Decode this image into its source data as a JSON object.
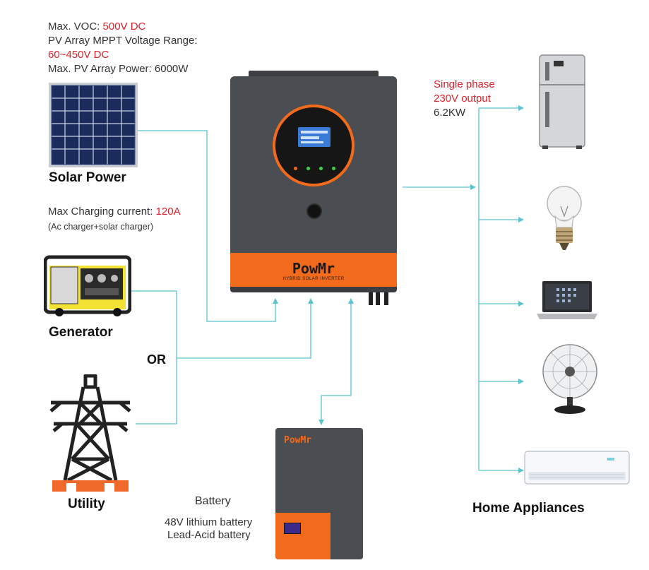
{
  "solar": {
    "voc_label": "Max. VOC: ",
    "voc_value": "500V DC",
    "mppt_label": "PV Array MPPT Voltage Range:",
    "mppt_value": "60~450V DC",
    "power_label": "Max. PV Array Power: 6000W",
    "title": "Solar Power"
  },
  "charging": {
    "label": "Max Charging current: ",
    "value": "120A",
    "note": "(Ac charger+solar charger)"
  },
  "generator": {
    "title": "Generator"
  },
  "or_label": "OR",
  "utility": {
    "title": "Utility"
  },
  "inverter": {
    "brand": "PowMr",
    "subtitle": "HYBRID SOLAR INVERTER"
  },
  "output": {
    "line1": "Single phase",
    "line2": "230V output",
    "line3": "6.2KW"
  },
  "battery": {
    "brand": "PowMr",
    "title": "Battery",
    "line1": "48V lithium battery",
    "line2": "Lead-Acid battery"
  },
  "appliances": {
    "title": "Home Appliances"
  },
  "colors": {
    "accent_red": "#e0202a",
    "wire_cyan": "#5cc4cf",
    "inverter_gray": "#4a4d52",
    "brand_orange": "#f26a1b"
  }
}
